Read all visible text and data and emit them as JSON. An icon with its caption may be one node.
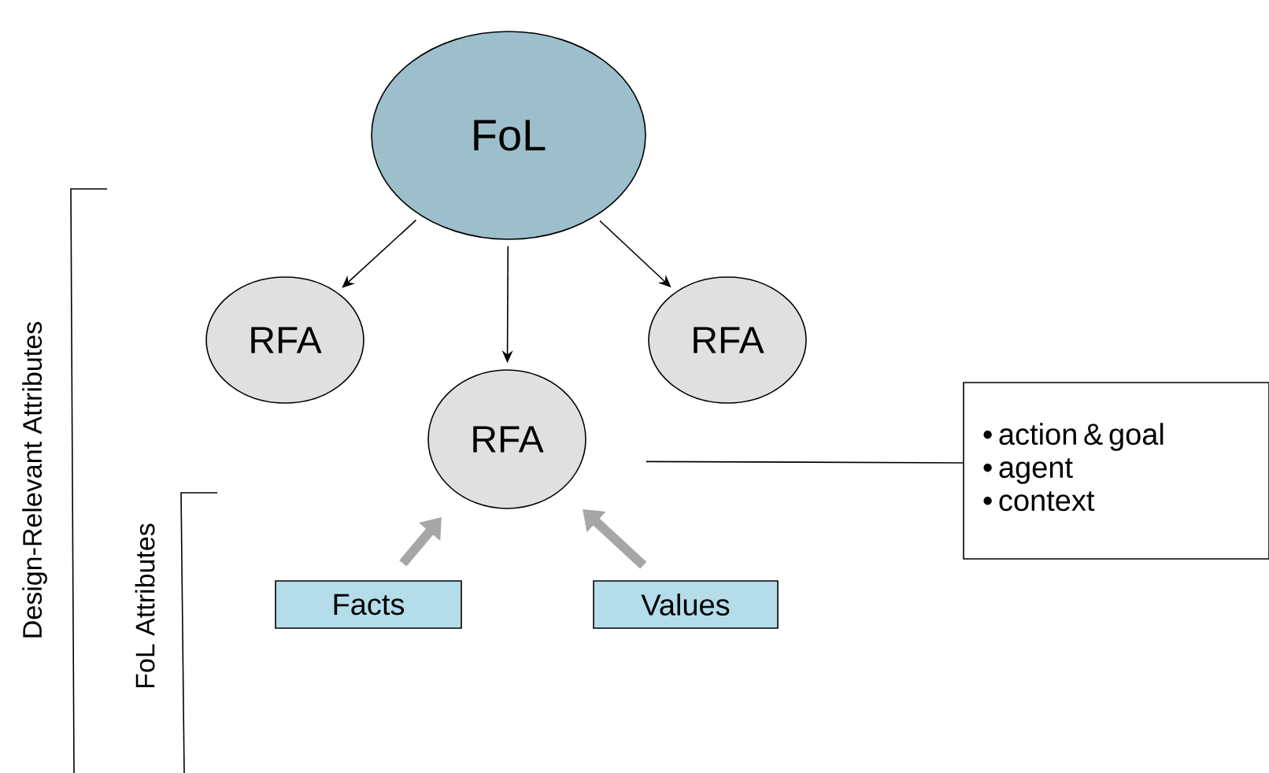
{
  "diagram": {
    "nodes": [
      {
        "text": [
          "FoL"
        ]
      },
      {
        "text": [
          "RFA"
        ]
      },
      {
        "text": [
          "RFA"
        ]
      },
      {
        "text": [
          "RFA"
        ]
      },
      {
        "text": [
          "Facts"
        ]
      },
      {
        "text": [
          "Values"
        ]
      },
      {
        "text": [
          "• action & goal",
          "• agent",
          "• context"
        ]
      }
    ],
    "edges": [
      {
        "from": 0,
        "to": 1,
        "arrow": "to"
      },
      {
        "from": 0,
        "to": 3,
        "arrow": "to"
      },
      {
        "from": 0,
        "to": 2,
        "arrow": "to"
      },
      {
        "from": 4,
        "to": 3,
        "arrow": "to",
        "style": "thick",
        "color": "#a6a6a6"
      },
      {
        "from": 5,
        "to": 3,
        "arrow": "to",
        "style": "thick",
        "color": "#a6a6a6"
      },
      {
        "from": 3,
        "to": 6,
        "arrow": "none"
      }
    ],
    "labels": [
      "Design-Relevant Attributes",
      "FoL Attributes"
    ]
  }
}
